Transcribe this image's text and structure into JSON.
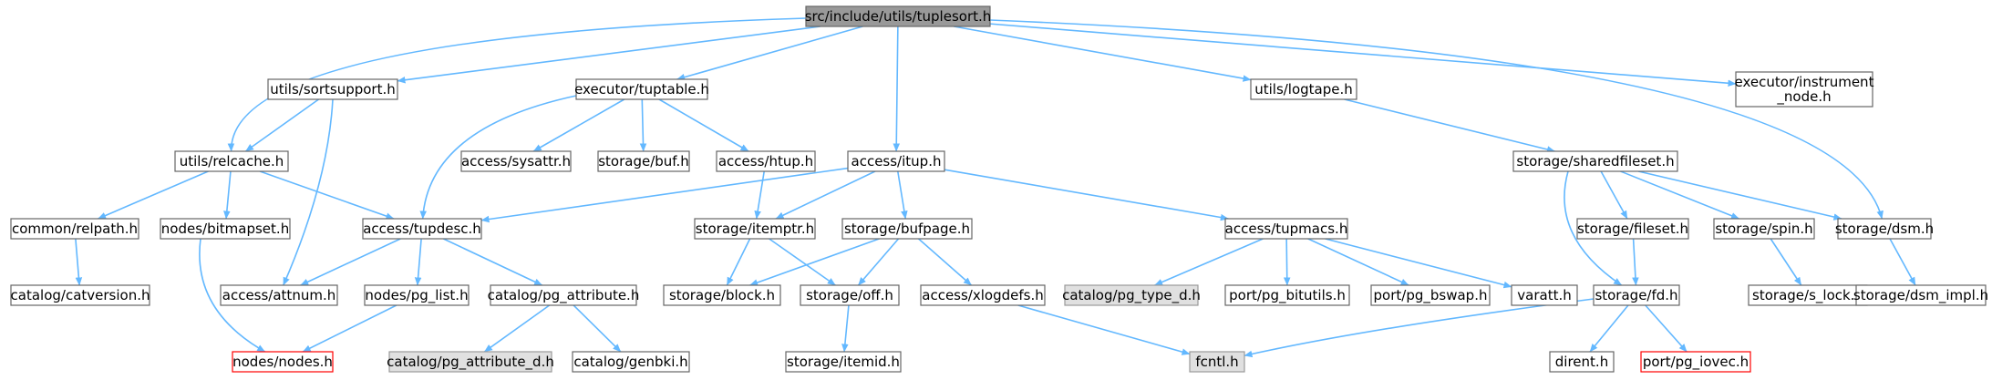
{
  "colors": {
    "edge": "#63b8ff",
    "node_border": "#666666",
    "node_fill": "#ffffff",
    "root_fill": "#999999",
    "root_border": "#666666",
    "undocumented_fill": "#e0e0e0",
    "undocumented_border": "#999999",
    "truncated_border": "#ff0000"
  },
  "nodes": [
    {
      "id": "root",
      "label": "src/include/utils/tuplesort.h",
      "style": "root"
    },
    {
      "id": "relcache",
      "label": "utils/relcache.h"
    },
    {
      "id": "sortsupport",
      "label": "utils/sortsupport.h"
    },
    {
      "id": "tuptable",
      "label": "executor/tuptable.h"
    },
    {
      "id": "itup",
      "label": "access/itup.h"
    },
    {
      "id": "logtape",
      "label": "utils/logtape.h"
    },
    {
      "id": "dsm",
      "label": "storage/dsm.h"
    },
    {
      "id": "instrument",
      "lines": [
        "executor/instrument",
        "_node.h"
      ]
    },
    {
      "id": "relpath",
      "label": "common/relpath.h"
    },
    {
      "id": "bitmapset",
      "label": "nodes/bitmapset.h"
    },
    {
      "id": "tupdesc",
      "label": "access/tupdesc.h"
    },
    {
      "id": "catversion",
      "label": "catalog/catversion.h"
    },
    {
      "id": "nodes",
      "label": "nodes/nodes.h",
      "style": "truncated"
    },
    {
      "id": "attnum",
      "label": "access/attnum.h"
    },
    {
      "id": "pglist",
      "label": "nodes/pg_list.h"
    },
    {
      "id": "pgattr",
      "label": "catalog/pg_attribute.h"
    },
    {
      "id": "pgattrd",
      "label": "catalog/pg_attribute_d.h",
      "style": "undocumented"
    },
    {
      "id": "genbki",
      "label": "catalog/genbki.h"
    },
    {
      "id": "sysattr",
      "label": "access/sysattr.h"
    },
    {
      "id": "buf",
      "label": "storage/buf.h"
    },
    {
      "id": "htup",
      "label": "access/htup.h"
    },
    {
      "id": "itemptr",
      "label": "storage/itemptr.h"
    },
    {
      "id": "block",
      "label": "storage/block.h"
    },
    {
      "id": "off",
      "label": "storage/off.h"
    },
    {
      "id": "itemid",
      "label": "storage/itemid.h"
    },
    {
      "id": "bufpage",
      "label": "storage/bufpage.h"
    },
    {
      "id": "xlogdefs",
      "label": "access/xlogdefs.h"
    },
    {
      "id": "fcntl",
      "label": "fcntl.h",
      "style": "undocumented"
    },
    {
      "id": "tupmacs",
      "label": "access/tupmacs.h"
    },
    {
      "id": "pgtyped",
      "label": "catalog/pg_type_d.h",
      "style": "undocumented"
    },
    {
      "id": "bitutils",
      "label": "port/pg_bitutils.h"
    },
    {
      "id": "bswap",
      "label": "port/pg_bswap.h"
    },
    {
      "id": "varatt",
      "label": "varatt.h"
    },
    {
      "id": "sharedfileset",
      "label": "storage/sharedfileset.h"
    },
    {
      "id": "fileset",
      "label": "storage/fileset.h"
    },
    {
      "id": "spin",
      "label": "storage/spin.h"
    },
    {
      "id": "fd",
      "label": "storage/fd.h"
    },
    {
      "id": "slock",
      "label": "storage/s_lock.h"
    },
    {
      "id": "dsmimpl",
      "label": "storage/dsm_impl.h"
    },
    {
      "id": "dirent",
      "label": "dirent.h"
    },
    {
      "id": "iovec",
      "label": "port/pg_iovec.h",
      "style": "truncated"
    }
  ],
  "edges": [
    [
      "root",
      "relcache"
    ],
    [
      "root",
      "sortsupport"
    ],
    [
      "root",
      "tuptable"
    ],
    [
      "root",
      "itup"
    ],
    [
      "root",
      "logtape"
    ],
    [
      "root",
      "dsm"
    ],
    [
      "root",
      "instrument"
    ],
    [
      "sortsupport",
      "relcache"
    ],
    [
      "sortsupport",
      "attnum"
    ],
    [
      "relcache",
      "relpath"
    ],
    [
      "relcache",
      "bitmapset"
    ],
    [
      "relcache",
      "tupdesc"
    ],
    [
      "relpath",
      "catversion"
    ],
    [
      "bitmapset",
      "nodes"
    ],
    [
      "tupdesc",
      "attnum"
    ],
    [
      "tupdesc",
      "pglist"
    ],
    [
      "tupdesc",
      "pgattr"
    ],
    [
      "pglist",
      "nodes"
    ],
    [
      "pgattr",
      "pgattrd"
    ],
    [
      "pgattr",
      "genbki"
    ],
    [
      "tuptable",
      "tupdesc"
    ],
    [
      "tuptable",
      "sysattr"
    ],
    [
      "tuptable",
      "buf"
    ],
    [
      "tuptable",
      "htup"
    ],
    [
      "htup",
      "itemptr"
    ],
    [
      "itup",
      "tupdesc"
    ],
    [
      "itup",
      "itemptr"
    ],
    [
      "itup",
      "bufpage"
    ],
    [
      "itup",
      "tupmacs"
    ],
    [
      "itemptr",
      "block"
    ],
    [
      "itemptr",
      "off"
    ],
    [
      "bufpage",
      "block"
    ],
    [
      "bufpage",
      "off"
    ],
    [
      "bufpage",
      "xlogdefs"
    ],
    [
      "off",
      "itemid"
    ],
    [
      "xlogdefs",
      "fcntl"
    ],
    [
      "tupmacs",
      "pgtyped"
    ],
    [
      "tupmacs",
      "bitutils"
    ],
    [
      "tupmacs",
      "bswap"
    ],
    [
      "tupmacs",
      "varatt"
    ],
    [
      "logtape",
      "sharedfileset"
    ],
    [
      "sharedfileset",
      "fileset"
    ],
    [
      "sharedfileset",
      "spin"
    ],
    [
      "sharedfileset",
      "dsm"
    ],
    [
      "sharedfileset",
      "fd"
    ],
    [
      "fileset",
      "fd"
    ],
    [
      "spin",
      "slock"
    ],
    [
      "dsm",
      "dsmimpl"
    ],
    [
      "fd",
      "fcntl"
    ],
    [
      "fd",
      "dirent"
    ],
    [
      "fd",
      "iovec"
    ]
  ]
}
